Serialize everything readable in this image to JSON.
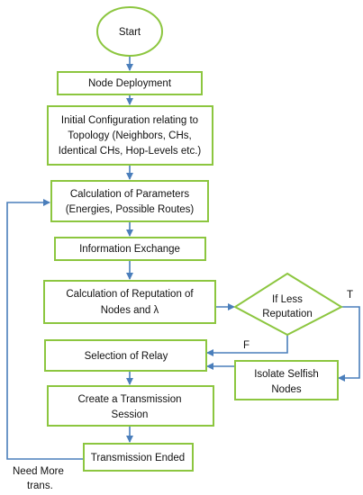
{
  "nodes": {
    "start": "Start",
    "deployment": "Node Deployment",
    "config_l1": "Initial Configuration relating to",
    "config_l2": "Topology (Neighbors, CHs,",
    "config_l3": "Identical CHs, Hop-Levels etc.)",
    "params_l1": "Calculation of Parameters",
    "params_l2": "(Energies, Possible Routes)",
    "info": "Information Exchange",
    "rep_l1": "Calculation of Reputation of",
    "rep_l2": "Nodes and λ",
    "decision_l1": "If Less",
    "decision_l2": "Reputation",
    "relay": "Selection of Relay",
    "isolate_l1": "Isolate Selfish",
    "isolate_l2": "Nodes",
    "session_l1": "Create a Transmission",
    "session_l2": "Session",
    "ended": "Transmission Ended"
  },
  "edges": {
    "true_label": "T",
    "false_label": "F",
    "loop_l1": "Need More",
    "loop_l2": "trans."
  }
}
